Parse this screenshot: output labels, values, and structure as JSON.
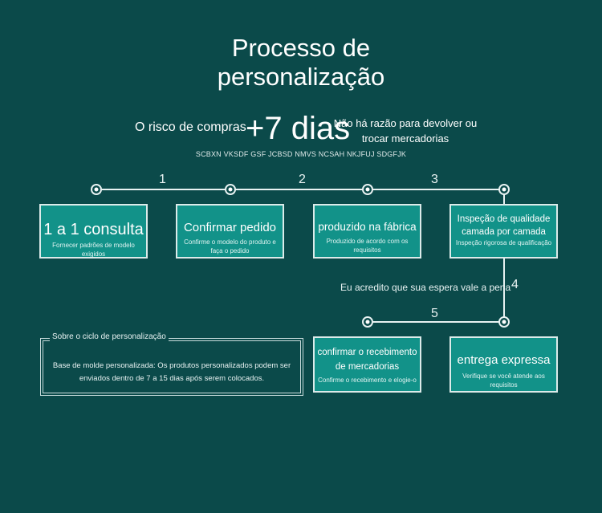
{
  "header": {
    "title_line1": "Processo de",
    "title_line2": "personalização",
    "risk_text": "O risco de compras",
    "big_text": "+7 dias",
    "no_reason_text": "Não há razão para devolver ou trocar mercadorias",
    "code_text": "SCBXN VKSDF GSF JCBSD NMVS NCSAH NKJFUJ SDGFJK"
  },
  "steps": [
    {
      "title": "1 a 1 consulta",
      "subtitle": "Fornecer padrões de modelo exigidos"
    },
    {
      "title": "Confirmar pedido",
      "subtitle": "Confirme o modelo do produto e faça o pedido"
    },
    {
      "title": "produzido na fábrica",
      "subtitle": "Produzido de acordo com os requisitos"
    },
    {
      "title": "Inspeção de qualidade camada por camada",
      "subtitle": "Inspeção rigorosa de qualificação"
    },
    {
      "title": "entrega expressa",
      "subtitle": "Verifique se você atende aos requisitos"
    },
    {
      "title": "confirmar o recebimento de mercadorias",
      "subtitle": "Confirme o recebimento e elogie-o"
    }
  ],
  "step_numbers": [
    "1",
    "2",
    "3",
    "4",
    "5"
  ],
  "hint_text": "Eu acredito que sua espera vale a pena",
  "about": {
    "label": "Sobre o ciclo de personalização",
    "text": "Base de molde personalizada: Os produtos personalizados podem ser enviados dentro de 7 a 15 dias após serem colocados."
  },
  "colors": {
    "background": "#0b4a4a",
    "card": "#129289",
    "line": "#e8f2f2"
  }
}
